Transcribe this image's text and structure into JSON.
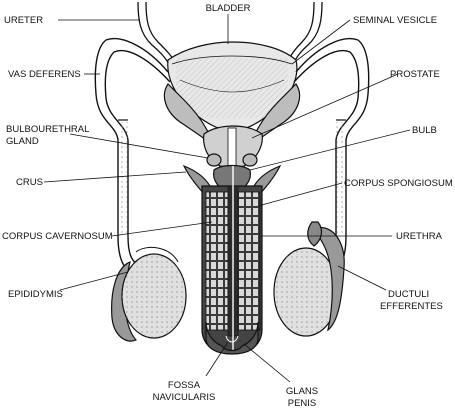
{
  "colors": {
    "ink": "#111111",
    "fill_light": "#e8e8e8",
    "fill_mid": "#bdbdbd",
    "fill_dark": "#555555",
    "background": "#ffffff"
  },
  "labels": {
    "bladder": "BLADDER",
    "ureter": "URETER",
    "seminal_vesicle": "SEMINAL VESICLE",
    "vas_deferens": "VAS DEFERENS",
    "prostate": "PROSTATE",
    "bulbourethral_line1": "BULBOURETHRAL",
    "bulbourethral_line2": "GLAND",
    "bulb": "BULB",
    "crus": "CRUS",
    "corpus_spongiosum": "CORPUS SPONGIOSUM",
    "corpus_cavernosum": "CORPUS CAVERNOSUM",
    "urethra": "URETHRA",
    "epididymis": "EPIDIDYMIS",
    "ductuli_line1": "DUCTULI",
    "ductuli_line2": "EFFERENTES",
    "fossa_line1": "FOSSA",
    "fossa_line2": "NAVICULARIS",
    "glans_line1": "GLANS",
    "glans_line2": "PENIS"
  }
}
